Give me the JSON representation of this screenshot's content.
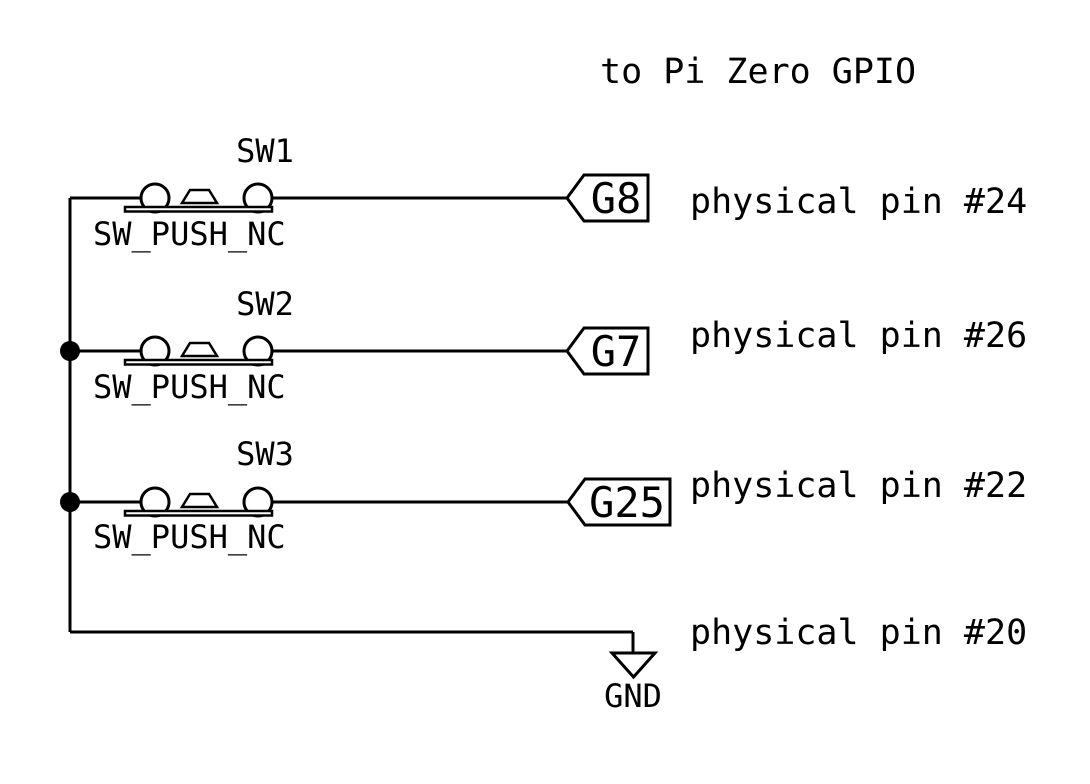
{
  "page": {
    "title": "to Pi Zero GPIO",
    "background": "#ffffff",
    "stroke_color": "#000000"
  },
  "switches": [
    {
      "ref": "SW1",
      "value": "SW_PUSH_NC",
      "net_label": "G8",
      "pin_note": "physical pin #24"
    },
    {
      "ref": "SW2",
      "value": "SW_PUSH_NC",
      "net_label": "G7",
      "pin_note": "physical pin #26"
    },
    {
      "ref": "SW3",
      "value": "SW_PUSH_NC",
      "net_label": "G25",
      "pin_note": "physical pin #22"
    }
  ],
  "ground": {
    "label": "GND",
    "pin_note": "physical pin #20"
  }
}
